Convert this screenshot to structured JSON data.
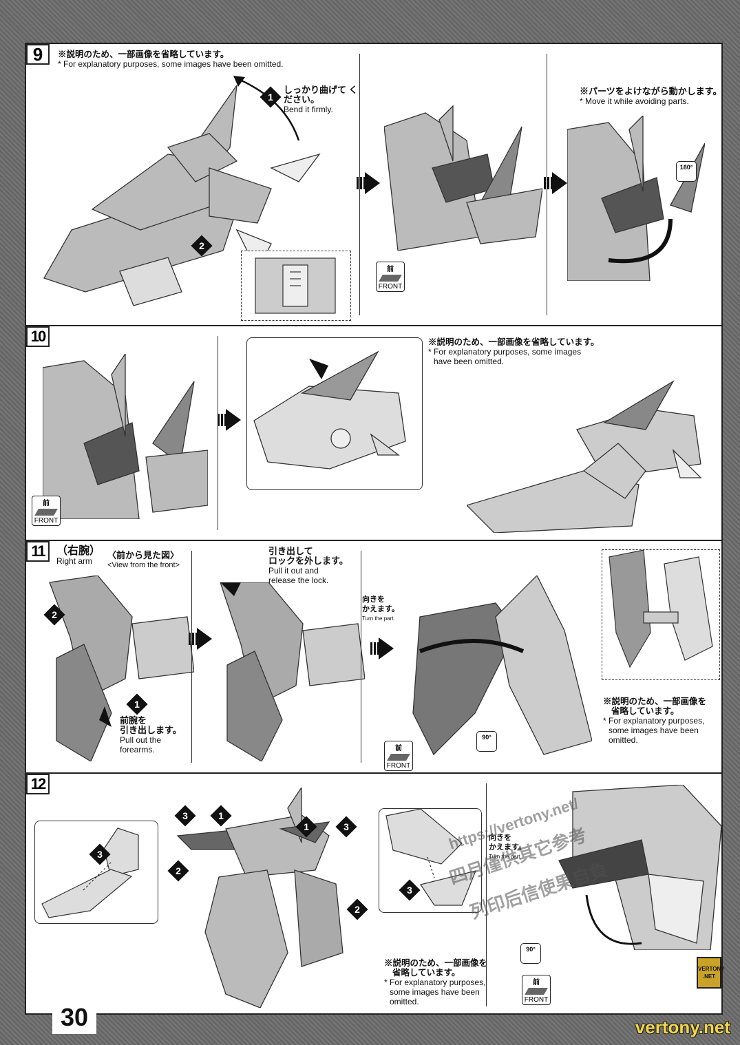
{
  "page_number": "30",
  "site_footer": "vertony.net",
  "logo_text": "VERTONY .NET",
  "watermark": {
    "url": "https://vertony.net/",
    "line1": "四月僅供其它参考",
    "line2": "列印后信使果自負"
  },
  "common": {
    "omitted_jp": "※説明のため、一部画像を省略しています。",
    "omitted_en": "* For explanatory purposes, some images have been omitted.",
    "front_jp": "前",
    "front_en": "FRONT",
    "rot180": "180°",
    "rot90": "90°"
  },
  "step9": {
    "number": "9",
    "bend_jp": "しっかり曲げて ください。",
    "bend_en": "Bend it firmly.",
    "move_jp": "※パーツをよけながら動かします。",
    "move_en": "* Move it while avoiding parts.",
    "num1": "1",
    "num2": "2"
  },
  "step10": {
    "number": "10",
    "omitted_jp": "※説明のため、一部画像を省略しています。",
    "omitted_en1": "* For explanatory purposes, some images",
    "omitted_en2": "have been omitted."
  },
  "step11": {
    "number": "11",
    "right_arm_jp": "（右腕）",
    "right_arm_en": "Right arm",
    "view_jp": "〈前から見た図〉",
    "view_en": "<View from the front>",
    "forearm_jp1": "前腕を",
    "forearm_jp2": "引き出します。",
    "forearm_en1": "Pull out the",
    "forearm_en2": "forearms.",
    "lock_jp1": "引き出して",
    "lock_jp2": "ロックを外します。",
    "lock_en1": "Pull it out and",
    "lock_en2": "release the lock.",
    "turn_jp1": "向きを",
    "turn_jp2": "かえます。",
    "turn_en": "Turn the part.",
    "omitted_jp1": "※説明のため、一部画像を",
    "omitted_jp2": "省略しています。",
    "omitted_en1": "* For explanatory purposes,",
    "omitted_en2": "some images have been",
    "omitted_en3": "omitted.",
    "num1": "1",
    "num2": "2"
  },
  "step12": {
    "number": "12",
    "turn_jp1": "向きを",
    "turn_jp2": "かえます。",
    "turn_en": "Turn the part.",
    "omitted_jp1": "※説明のため、一部画像を",
    "omitted_jp2": "省略しています。",
    "omitted_en1": "* For explanatory purposes,",
    "omitted_en2": "some images have been",
    "omitted_en3": "omitted.",
    "num1": "1",
    "num2": "2",
    "num3": "3"
  }
}
